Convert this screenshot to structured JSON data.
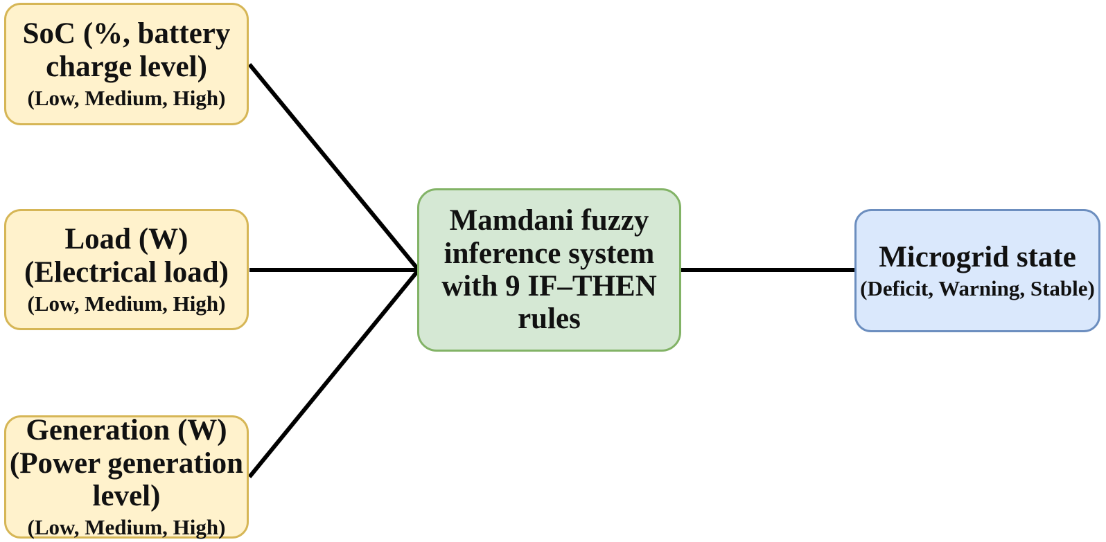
{
  "colors": {
    "input_fill": "#fff2cc",
    "input_border": "#d6b656",
    "process_fill": "#d5e8d4",
    "process_border": "#82b366",
    "output_fill": "#dae8fc",
    "output_border": "#6c8ebf",
    "connector": "#000000"
  },
  "nodes": {
    "soc": {
      "title_lines": [
        "SoC (%, battery",
        "charge level)"
      ],
      "subtitle": "(Low, Medium, High)"
    },
    "load": {
      "title_lines": [
        "Load (W)",
        "(Electrical load)"
      ],
      "subtitle": "(Low, Medium, High)"
    },
    "generation": {
      "title_lines": [
        "Generation (W)",
        "(Power generation",
        "level)"
      ],
      "subtitle": "(Low, Medium, High)"
    },
    "inference": {
      "title_lines": [
        "Mamdani fuzzy",
        "inference system",
        "with 9 IF–THEN",
        "rules"
      ]
    },
    "output": {
      "title_lines": [
        "Microgrid state"
      ],
      "subtitle": "(Deficit, Warning, Stable)"
    }
  }
}
